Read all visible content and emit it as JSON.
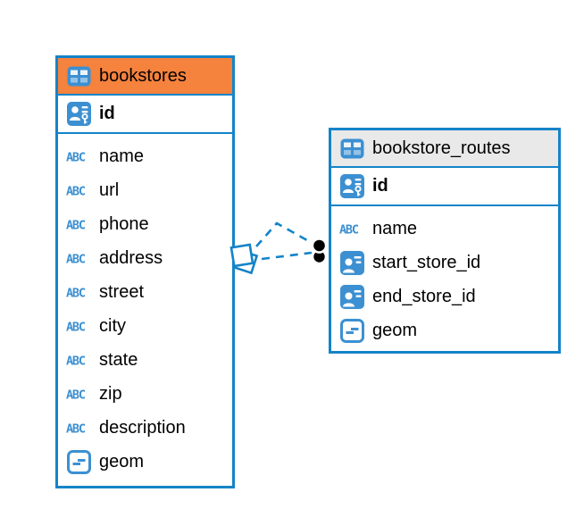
{
  "colors": {
    "table_border": "#1484C8",
    "icon_blue": "#3C90D2",
    "relation_line": "#1484C8",
    "relation_dot": "#000000",
    "text": "#000000",
    "canvas_bg": "#FFFFFF"
  },
  "tables": [
    {
      "name": "bookstores",
      "icon": "table-icon",
      "header_bg": "#F5823D",
      "primary_key": {
        "label": "id",
        "icon": "primary-key-icon"
      },
      "columns": [
        {
          "label": "name",
          "icon": "text-icon"
        },
        {
          "label": "url",
          "icon": "text-icon"
        },
        {
          "label": "phone",
          "icon": "text-icon"
        },
        {
          "label": "address",
          "icon": "text-icon"
        },
        {
          "label": "street",
          "icon": "text-icon"
        },
        {
          "label": "city",
          "icon": "text-icon"
        },
        {
          "label": "state",
          "icon": "text-icon"
        },
        {
          "label": "zip",
          "icon": "text-icon"
        },
        {
          "label": "description",
          "icon": "text-icon"
        },
        {
          "label": "geom",
          "icon": "geometry-icon"
        }
      ]
    },
    {
      "name": "bookstore_routes",
      "icon": "table-icon",
      "header_bg": "#E9E9E9",
      "primary_key": {
        "label": "id",
        "icon": "primary-key-icon"
      },
      "columns": [
        {
          "label": "name",
          "icon": "text-icon"
        },
        {
          "label": "start_store_id",
          "icon": "foreign-key-icon"
        },
        {
          "label": "end_store_id",
          "icon": "foreign-key-icon"
        },
        {
          "label": "geom",
          "icon": "geometry-icon"
        }
      ]
    }
  ],
  "relation": {
    "line_count": 2,
    "line_style": "dashed",
    "source_marker": "overlapping-squares",
    "target_marker": "filled-dots"
  }
}
